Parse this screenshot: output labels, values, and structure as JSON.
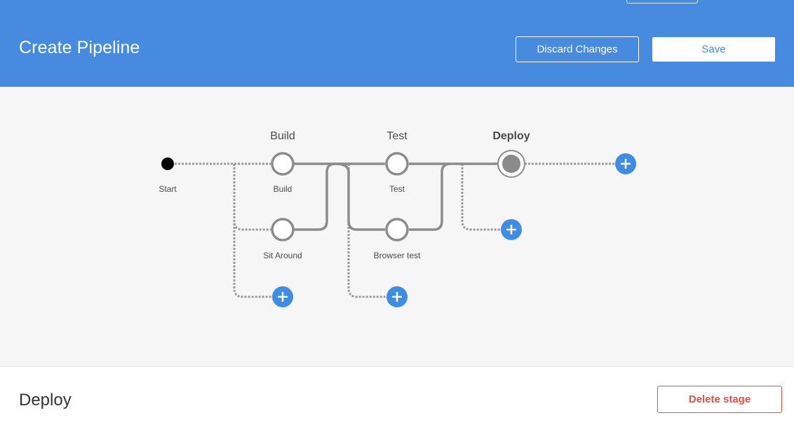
{
  "header": {
    "title": "Create Pipeline",
    "discard_label": "Discard Changes",
    "save_label": "Save",
    "background": "#468be0"
  },
  "pipeline": {
    "start_label": "Start",
    "stages": [
      {
        "name": "Build",
        "nodes": [
          "Build",
          "Sit Around"
        ]
      },
      {
        "name": "Test",
        "nodes": [
          "Test",
          "Browser test"
        ]
      },
      {
        "name": "Deploy",
        "nodes": [],
        "selected": true
      }
    ],
    "add_icon": "plus-circle-icon",
    "add_color": "#3f8de3"
  },
  "detail": {
    "title": "Deploy",
    "delete_label": "Delete stage",
    "delete_color": "#d9534f"
  }
}
